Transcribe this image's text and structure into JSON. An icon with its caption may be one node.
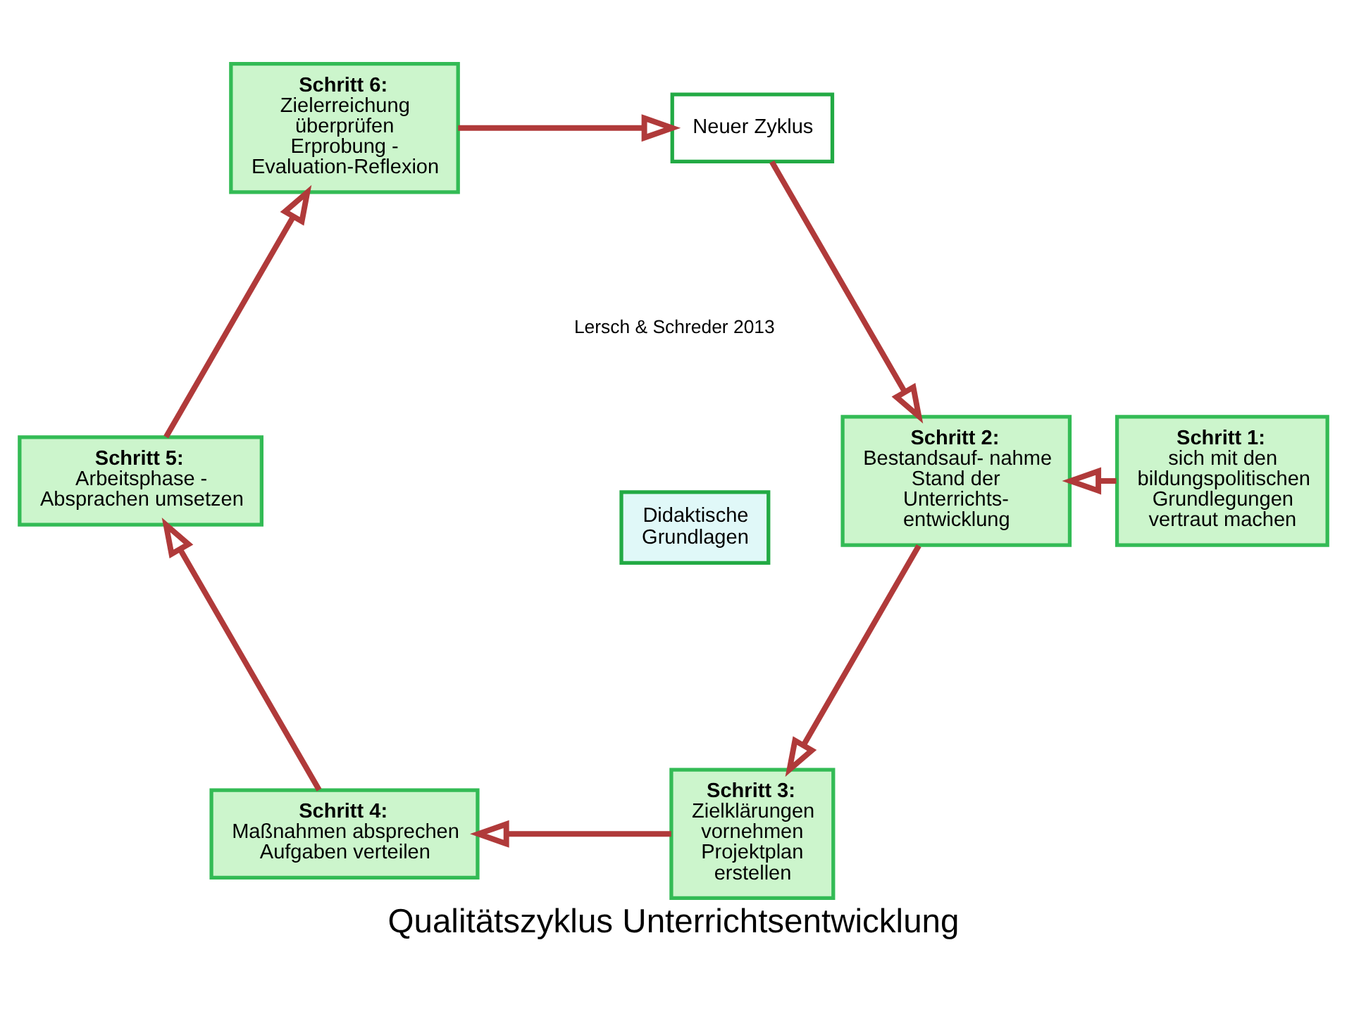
{
  "diagram": {
    "title": "Qualitätszyklus Unterrichtsentwicklung",
    "nodes": [
      {
        "text": [
          "Neuer Zyklus"
        ]
      },
      {
        "text": [
          "Schritt 1:",
          "sich mit den bildungspolitischen Grundlegungen vertraut machen"
        ]
      },
      {
        "text": [
          "Didaktische Grundlagen"
        ]
      },
      {
        "text": [
          "Schritt 2:",
          "Bestandsauf- nahme Stand der Unterrichts- entwicklung"
        ]
      },
      {
        "text": [
          "Schritt 3:",
          "Zielklärungen vornehmen",
          "Projektplan erstellen"
        ]
      },
      {
        "text": [
          "Schritt 4:",
          "Maßnahmen absprechen Aufgaben verteilen"
        ]
      },
      {
        "text": [
          "Schritt 5:",
          "Arbeitsphase - Absprachen umsetzen"
        ]
      },
      {
        "text": [
          "Schritt 6:",
          "Zielerreichung überprüfen",
          "Erprobung - Evaluation-Reflexion"
        ]
      }
    ],
    "edges": [
      {
        "from": 0,
        "to": 3,
        "arrow": "to"
      },
      {
        "from": 1,
        "to": 3,
        "arrow": "to"
      },
      {
        "from": 3,
        "to": 4,
        "arrow": "to"
      },
      {
        "from": 4,
        "to": 5,
        "arrow": "to"
      },
      {
        "from": 5,
        "to": 6,
        "arrow": "to"
      },
      {
        "from": 6,
        "to": 7,
        "arrow": "to"
      },
      {
        "from": 7,
        "to": 0,
        "arrow": "to"
      }
    ],
    "labels": [
      "Lersch & Schreder 2013"
    ]
  }
}
